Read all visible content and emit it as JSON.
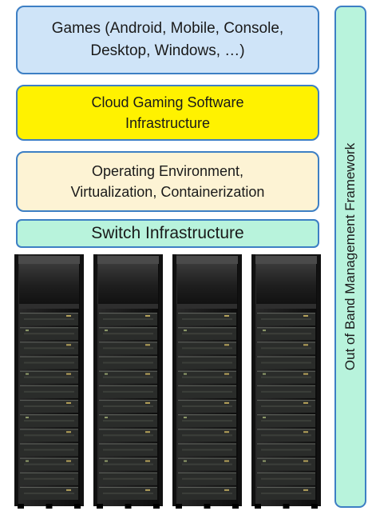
{
  "layers": {
    "games": {
      "line1": "Games (Android, Mobile, Console,",
      "line2": "Desktop, Windows, …)"
    },
    "cloud_gaming": {
      "line1": "Cloud Gaming Software",
      "line2": "Infrastructure"
    },
    "operating_env": {
      "line1": "Operating Environment,",
      "line2": "Virtualization, Containerization"
    },
    "switch": {
      "label": "Switch Infrastructure"
    }
  },
  "side_bar": {
    "label": "Out of Band Management Framework"
  },
  "server_racks": {
    "count": 4
  },
  "colors": {
    "border": "#3d7fc4",
    "games_fill": "#cfe4f8",
    "cloud_fill": "#fff200",
    "os_fill": "#fdf3d4",
    "switch_fill": "#b8f3dc"
  }
}
